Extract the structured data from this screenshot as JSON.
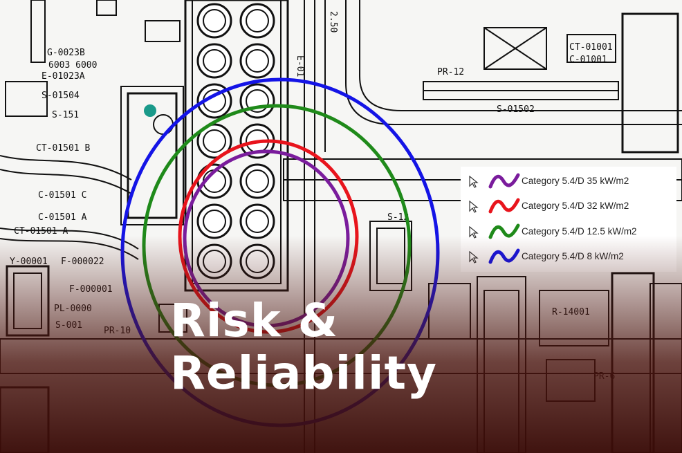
{
  "title": {
    "line1": "Risk &",
    "line2": "Reliability"
  },
  "drawing_labels": [
    "S-151",
    "PR-12",
    "PR-6",
    "R-14001",
    "S-12",
    "S-001",
    "Y-00001",
    "F-000022",
    "F-000001",
    "PL-0000",
    "CT-01501 A",
    "S-01504",
    "S-01502",
    "E-01023A",
    "G-0023B",
    "6003 6000",
    "C-01501 C",
    "C-01501 A",
    "CT-01001",
    "C-01001",
    "CT-01501 B",
    "PR-10",
    "2.50",
    "E-01"
  ],
  "legend": {
    "items": [
      {
        "label": "Category 5.4/D 35 kW/m2",
        "color": "#7a1c9c"
      },
      {
        "label": "Category 5.4/D 32 kW/m2",
        "color": "#e8141c"
      },
      {
        "label": "Category 5.4/D 12.5 kW/m2",
        "color": "#1f8a1a"
      },
      {
        "label": "Category 5.4/D 8 kW/m2",
        "color": "#1414e6"
      }
    ]
  },
  "contours": {
    "purple": "#7a1c9c",
    "red": "#e8141c",
    "green": "#1f8a1a",
    "blue": "#1414e6"
  },
  "marker_color": "#1a9a8a",
  "overlay_color": "#4a140e"
}
